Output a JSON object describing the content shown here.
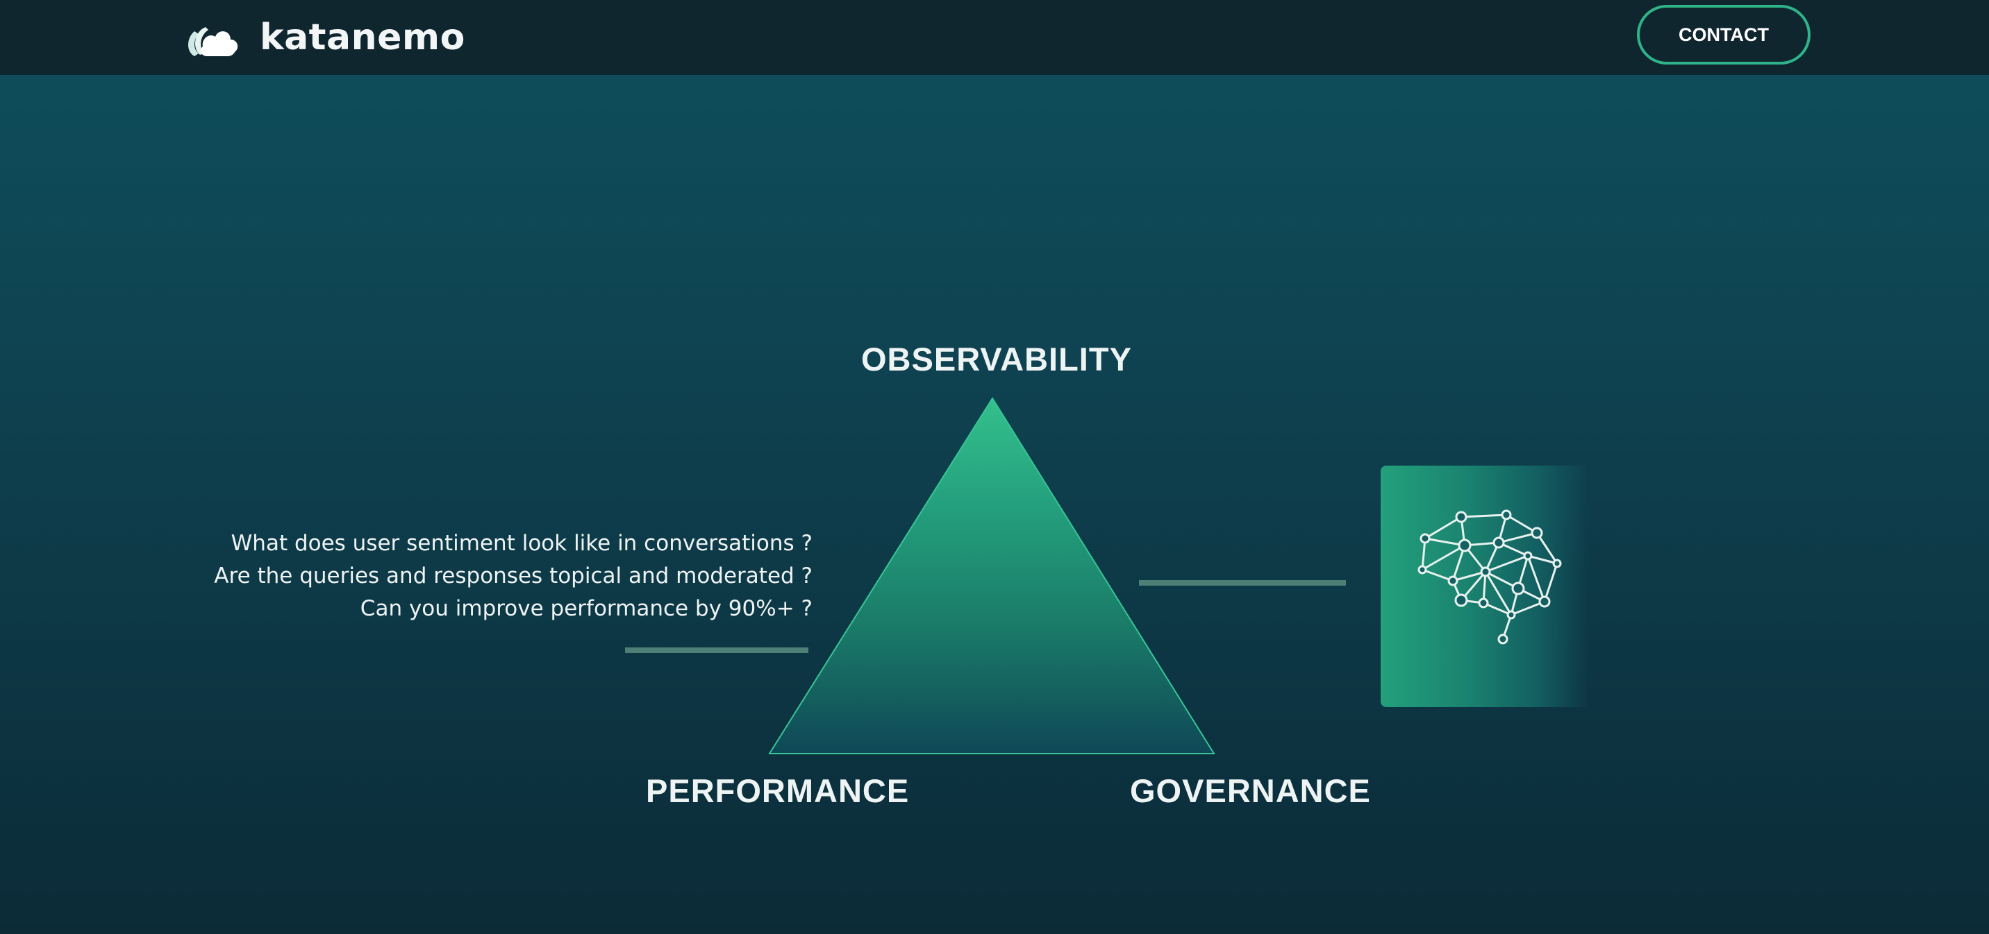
{
  "header": {
    "brand": "katanemo",
    "logo_icon": "katanemo-cloud-logo",
    "contact_label": "CONTACT"
  },
  "pyramid": {
    "top_label": "OBSERVABILITY",
    "left_label": "PERFORMANCE",
    "right_label": "GOVERNANCE"
  },
  "questions": [
    "What does user sentiment look like in conversations ?",
    "Are the queries and responses topical and moderated ?",
    "Can you improve performance by 90%+ ?"
  ],
  "brain_card": {
    "icon": "neural-network-brain-icon"
  },
  "colors": {
    "header_bg": "#10262f",
    "accent": "#2fb489",
    "background_top": "#0e4f5d",
    "background_bottom": "#0c2b37",
    "connector_bar": "#4d7f77"
  }
}
